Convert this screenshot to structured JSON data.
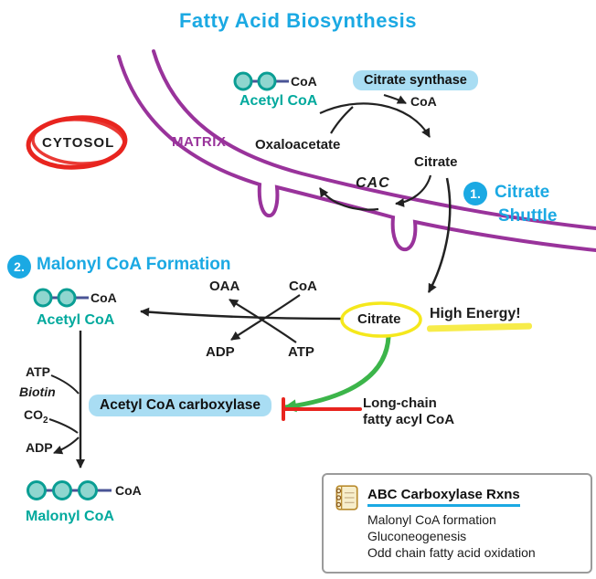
{
  "title": "Fatty Acid Biosynthesis",
  "regions": {
    "cytosol": "CYTOSOL",
    "matrix": "MATRIX"
  },
  "matrix_cycle": {
    "acetyl_coa_label": "Acetyl CoA",
    "acetyl_coa_tag": "CoA",
    "citrate_synthase": "Citrate synthase",
    "coa_released": "CoA",
    "oxaloacetate": "Oxaloacetate",
    "citrate": "Citrate",
    "cycle_name": "CAC"
  },
  "step1": {
    "number": "1.",
    "line1": "Citrate",
    "line2": "Shuttle"
  },
  "step2": {
    "number": "2.",
    "title": "Malonyl CoA Formation"
  },
  "cytosol_rxn": {
    "acetyl_coa_label": "Acetyl CoA",
    "acetyl_coa_tag": "CoA",
    "oaa": "OAA",
    "coa_in": "CoA",
    "adp_out": "ADP",
    "atp_in": "ATP",
    "citrate": "Citrate",
    "high_energy": "High Energy!"
  },
  "carboxylation": {
    "atp": "ATP",
    "biotin": "Biotin",
    "co2_base": "CO",
    "co2_sub": "2",
    "adp": "ADP",
    "enzyme": "Acetyl CoA carboxylase",
    "inhibitor_line1": "Long-chain",
    "inhibitor_line2": "fatty acyl CoA",
    "malonyl_coa_label": "Malonyl CoA",
    "malonyl_coa_tag": "CoA"
  },
  "info_box": {
    "heading": "ABC Carboxylase Rxns",
    "items": [
      "Malonyl CoA formation",
      "Gluconeogenesis",
      "Odd chain fatty acid oxidation"
    ]
  },
  "colors": {
    "accent_cyan": "#1ba9e3",
    "teal": "#00a99d",
    "membrane_purple": "#99339b",
    "red": "#e8251f",
    "green": "#3cb54a",
    "yellow": "#f5e81c",
    "enzyme_highlight": "#a9ddf3"
  }
}
